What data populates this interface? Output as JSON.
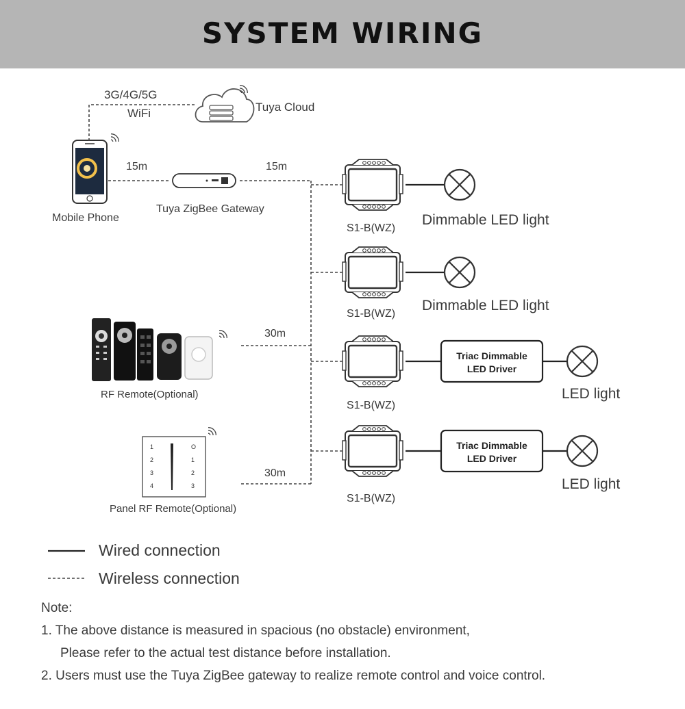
{
  "header": {
    "title": "SYSTEM WIRING"
  },
  "labels": {
    "network": "3G/4G/5G",
    "wifi": "WiFi",
    "cloud": "Tuya Cloud",
    "phone": "Mobile Phone",
    "gateway": "Tuya ZigBee Gateway",
    "distance_phone_gateway": "15m",
    "distance_gateway_bus": "15m",
    "distance_rf_remote": "30m",
    "distance_panel_remote": "30m",
    "rf_remote": "RF Remote(Optional)",
    "panel_remote": "Panel RF Remote(Optional)"
  },
  "devices": [
    {
      "model": "S1-B(WZ)",
      "load": "Dimmable LED light",
      "driver": ""
    },
    {
      "model": "S1-B(WZ)",
      "load": "Dimmable LED light",
      "driver": ""
    },
    {
      "model": "S1-B(WZ)",
      "load": "LED light",
      "driver_line1": "Triac Dimmable",
      "driver_line2": "LED Driver"
    },
    {
      "model": "S1-B(WZ)",
      "load": "LED light",
      "driver_line1": "Triac Dimmable",
      "driver_line2": "LED Driver"
    }
  ],
  "panel_keys": {
    "left": [
      "1",
      "2",
      "3",
      "4"
    ],
    "right": [
      "O",
      "1",
      "2",
      "3"
    ]
  },
  "legend": {
    "wired": "Wired connection",
    "wireless": "Wireless connection"
  },
  "notes": {
    "title": "Note:",
    "line1": "1. The above distance is measured in spacious (no obstacle) environment,",
    "line1b": "Please refer to the actual test distance before installation.",
    "line2": "2. Users must use the Tuya ZigBee gateway to realize remote control and voice control."
  },
  "colors": {
    "banner": "#b5b5b5",
    "line": "#333333",
    "text": "#3a3a3a"
  }
}
